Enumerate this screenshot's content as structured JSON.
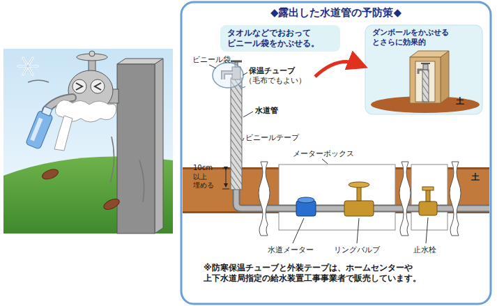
{
  "diagram": {
    "title": "◆露出した水道管の予防策◆",
    "nodes": [
      {
        "text": [
          "タオルなどでおおって ビニール袋をかぶせる。"
        ]
      },
      {
        "text": [
          "ダンボールをかぶせる とさらに効果的"
        ]
      }
    ],
    "labels": [
      "ビニール袋",
      "保温チューブ",
      "（毛布でもよい）",
      "水道管",
      "ビニールテープ",
      "メーターボックス",
      "10cm 以上 埋める",
      "土",
      "水道メーター",
      "リングバルブ",
      "止水栓",
      "土",
      "※防寒保温チューブと外装テープは、ホームセンターや 上下水道局指定の給水装置工事事業者で販売しています。"
    ]
  }
}
